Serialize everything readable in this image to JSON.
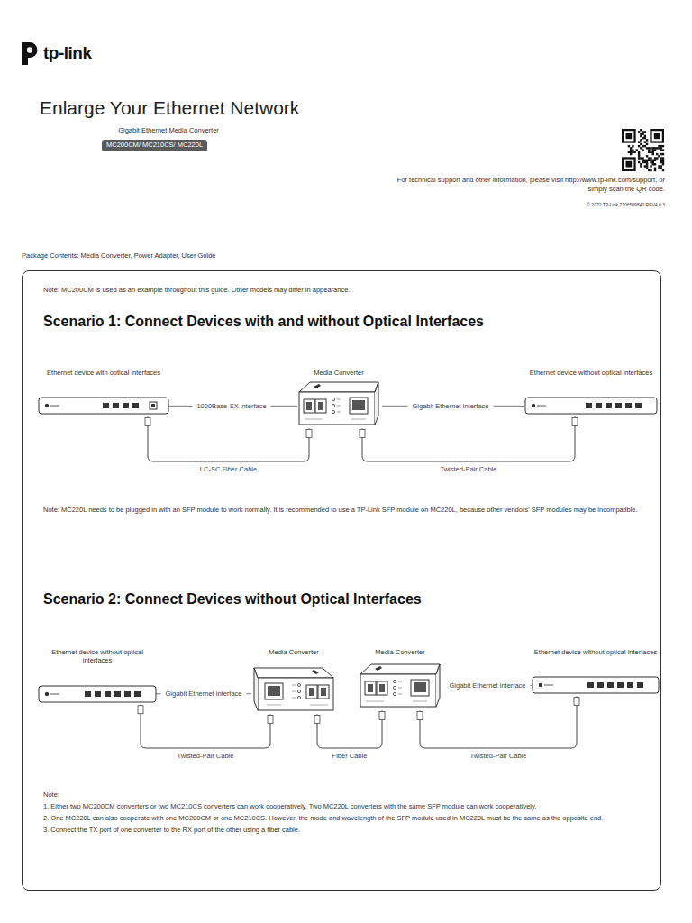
{
  "diagram": {
    "title": "Enlarge Your Ethernet Network",
    "nodes": [
      {
        "text": [
          "Ethernet device with optical interfaces"
        ]
      },
      {
        "text": [
          "Media Converter"
        ]
      },
      {
        "text": [
          "Ethernet device without optical interfaces"
        ]
      },
      {
        "text": [
          "Ethernet device without optical interfaces"
        ]
      },
      {
        "text": [
          "Media Converter"
        ]
      },
      {
        "text": [
          "Media Converter"
        ]
      },
      {
        "text": [
          "Ethernet device without optical interfaces"
        ]
      }
    ],
    "edges": [
      {
        "from": 0,
        "to": 1,
        "label": "LC-SC Fiber Cable",
        "arrow": "none"
      },
      {
        "from": 1,
        "to": 2,
        "label": "Twisted-Pair Cable",
        "arrow": "none"
      },
      {
        "from": 3,
        "to": 4,
        "label": "Twisted-Pair Cable",
        "arrow": "none"
      },
      {
        "from": 4,
        "to": 5,
        "label": "Fiber Cable",
        "arrow": "none"
      },
      {
        "from": 5,
        "to": 6,
        "label": "Twisted-Pair Cable",
        "arrow": "none"
      }
    ],
    "labels": [
      "tp-link",
      "Gigabit Ethernet Media Converter",
      "MC200CM/ MC210CS/ MC220L",
      "For technical support and other information, please visit http://www.tp-link.com/support, or simply scan the QR code.",
      "© 2022 TP-Link 7106509840 REV4.0.3",
      "Package Contents: Media Converter, Power Adapter, User Guide",
      "Note:  MC200CM is used as an example throughout this guide. Other models may differ in appearance.",
      "Scenario 1: Connect Devices with and without Optical Interfaces",
      "1000Base-SX interface",
      "Gigabit Ethernet interface",
      "Note:  MC220L needs to be plugged in with an SFP module to work normally. It is recommended to use a TP-Link SFP module on MC220L, because other vendors' SFP modules may be incompatible.",
      "Scenario 2: Connect Devices without Optical Interfaces",
      "Gigabit Ethernet interface",
      "Gigabit Ethernet interface",
      "Note:",
      "1. Either two MC200CM converters or two MC210CS converters can work cooperatively. Two MC220L converters with the same SFP module can work cooperatively.",
      "2. One MC220L can also cooperate with one MC200CM or one MC210CS. However, the mode and wavelength of the SFP module used in MC220L must be the same as the opposite end.",
      "3. Connect the TX port of one converter to the RX port of the other using a fiber cable."
    ]
  }
}
